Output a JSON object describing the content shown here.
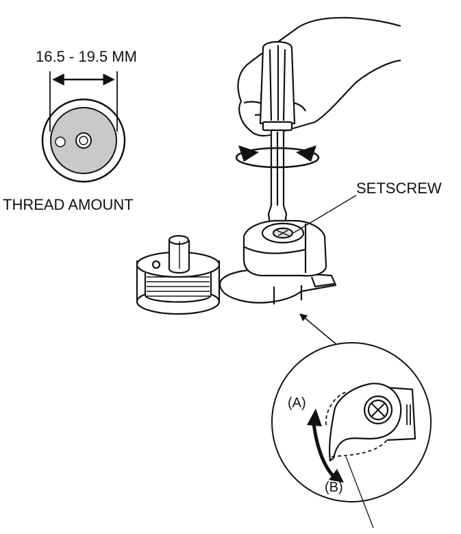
{
  "labels": {
    "dimension": "16.5 - 19.5 MM",
    "thread_amount": "THREAD AMOUNT",
    "setscrew": "SETSCREW",
    "direction_a": "(A)",
    "direction_b": "(B)"
  },
  "colors": {
    "line": "#111111",
    "fill_gray": "#c9c9c9",
    "background": "#ffffff"
  }
}
